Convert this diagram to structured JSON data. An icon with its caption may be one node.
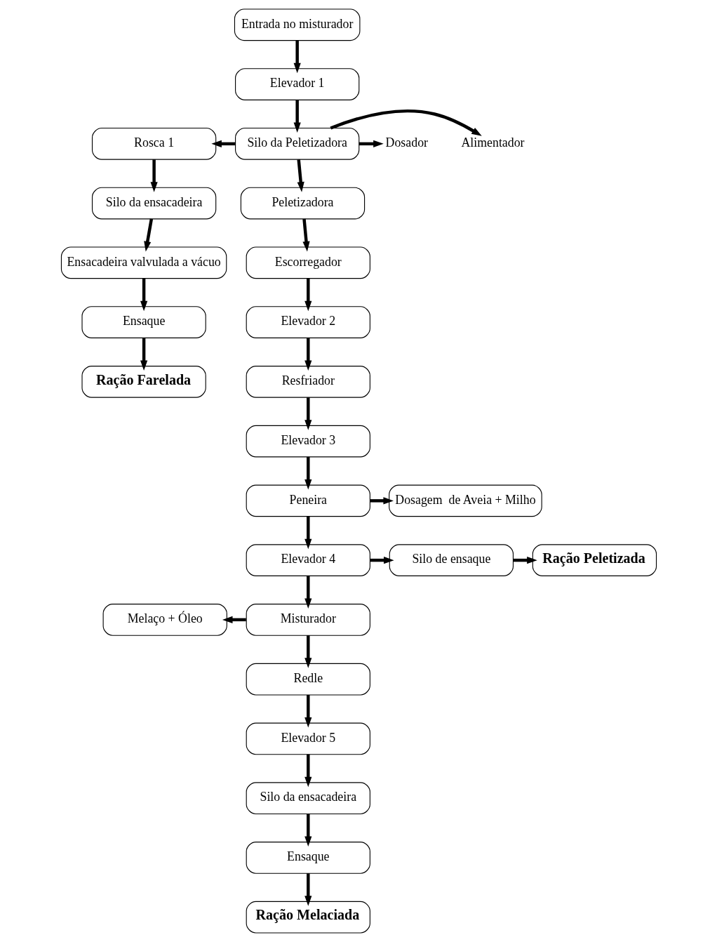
{
  "diagram": {
    "nodes": [
      {
        "text": [
          "Entrada no misturador"
        ]
      },
      {
        "text": [
          "Elevador 1"
        ]
      },
      {
        "text": [
          "Rosca 1"
        ]
      },
      {
        "text": [
          "Silo da Peletizadora"
        ]
      },
      {
        "text": [
          "Dosador"
        ]
      },
      {
        "text": [
          "Alimentador"
        ]
      },
      {
        "text": [
          "Silo da ensacadeira"
        ]
      },
      {
        "text": [
          "Peletizadora"
        ]
      },
      {
        "text": [
          "Ensacadeira valvulada a vácuo"
        ]
      },
      {
        "text": [
          "Escorregador"
        ]
      },
      {
        "text": [
          "Ensaque"
        ]
      },
      {
        "text": [
          "Elevador 2"
        ]
      },
      {
        "text": [
          "Ração Farelada"
        ]
      },
      {
        "text": [
          "Resfriador"
        ]
      },
      {
        "text": [
          "Elevador 3"
        ]
      },
      {
        "text": [
          "Peneira"
        ]
      },
      {
        "text": [
          "Dosagem  de Aveia + Milho"
        ]
      },
      {
        "text": [
          "Elevador 4"
        ]
      },
      {
        "text": [
          "Silo de ensaque"
        ]
      },
      {
        "text": [
          "Ração Peletizada"
        ]
      },
      {
        "text": [
          "Melaço + Óleo"
        ]
      },
      {
        "text": [
          "Misturador"
        ]
      },
      {
        "text": [
          "Redle"
        ]
      },
      {
        "text": [
          "Elevador 5"
        ]
      },
      {
        "text": [
          "Silo da ensacadeira"
        ]
      },
      {
        "text": [
          "Ensaque"
        ]
      },
      {
        "text": [
          "Ração Melaciada"
        ]
      }
    ],
    "edges": [
      {
        "from": 0,
        "to": 1,
        "arrow": "to"
      },
      {
        "from": 1,
        "to": 3,
        "arrow": "to"
      },
      {
        "from": 3,
        "to": 2,
        "arrow": "to"
      },
      {
        "from": 3,
        "to": 4,
        "arrow": "to"
      },
      {
        "from": 3,
        "to": 5,
        "arrow": "to"
      },
      {
        "from": 2,
        "to": 6,
        "arrow": "to"
      },
      {
        "from": 6,
        "to": 8,
        "arrow": "to"
      },
      {
        "from": 8,
        "to": 10,
        "arrow": "to"
      },
      {
        "from": 10,
        "to": 12,
        "arrow": "to"
      },
      {
        "from": 3,
        "to": 7,
        "arrow": "to"
      },
      {
        "from": 7,
        "to": 9,
        "arrow": "to"
      },
      {
        "from": 9,
        "to": 11,
        "arrow": "to"
      },
      {
        "from": 11,
        "to": 13,
        "arrow": "to"
      },
      {
        "from": 13,
        "to": 14,
        "arrow": "to"
      },
      {
        "from": 14,
        "to": 15,
        "arrow": "to"
      },
      {
        "from": 15,
        "to": 16,
        "arrow": "to"
      },
      {
        "from": 15,
        "to": 17,
        "arrow": "to"
      },
      {
        "from": 17,
        "to": 18,
        "arrow": "to"
      },
      {
        "from": 18,
        "to": 19,
        "arrow": "to"
      },
      {
        "from": 17,
        "to": 21,
        "arrow": "to"
      },
      {
        "from": 21,
        "to": 20,
        "arrow": "to"
      },
      {
        "from": 21,
        "to": 22,
        "arrow": "to"
      },
      {
        "from": 22,
        "to": 23,
        "arrow": "to"
      },
      {
        "from": 23,
        "to": 24,
        "arrow": "to"
      },
      {
        "from": 24,
        "to": 25,
        "arrow": "to"
      },
      {
        "from": 25,
        "to": 26,
        "arrow": "to"
      }
    ]
  }
}
